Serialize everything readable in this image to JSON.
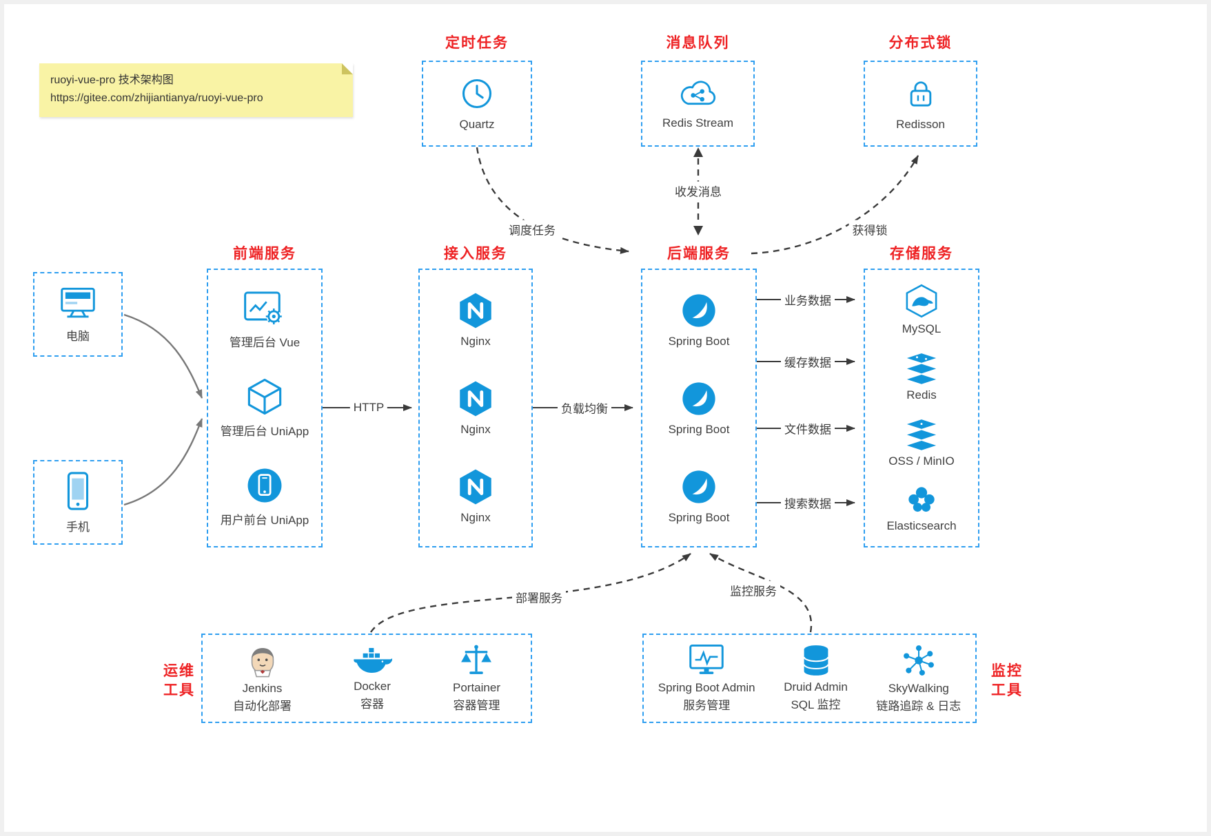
{
  "note": {
    "line1": "ruoyi-vue-pro 技术架构图",
    "line2": "https://gitee.com/zhijiantianya/ruoyi-vue-pro"
  },
  "top_boxes": [
    {
      "title": "定时任务",
      "label": "Quartz",
      "icon": "clock-icon"
    },
    {
      "title": "消息队列",
      "label": "Redis Stream",
      "icon": "cloud-nodes-icon"
    },
    {
      "title": "分布式锁",
      "label": "Redisson",
      "icon": "lock-icon"
    }
  ],
  "devices": [
    {
      "label": "电脑",
      "icon": "desktop-icon"
    },
    {
      "label": "手机",
      "icon": "phone-icon"
    }
  ],
  "columns": {
    "frontend": {
      "title": "前端服务",
      "items": [
        {
          "label": "管理后台 Vue",
          "icon": "admin-window-gear-icon"
        },
        {
          "label": "管理后台 UniApp",
          "icon": "cube-icon"
        },
        {
          "label": "用户前台 UniApp",
          "icon": "mobile-app-circle-icon"
        }
      ]
    },
    "gateway": {
      "title": "接入服务",
      "items": [
        {
          "label": "Nginx",
          "icon": "nginx-icon"
        },
        {
          "label": "Nginx",
          "icon": "nginx-icon"
        },
        {
          "label": "Nginx",
          "icon": "nginx-icon"
        }
      ]
    },
    "backend": {
      "title": "后端服务",
      "items": [
        {
          "label": "Spring Boot",
          "icon": "spring-icon"
        },
        {
          "label": "Spring Boot",
          "icon": "spring-icon"
        },
        {
          "label": "Spring Boot",
          "icon": "spring-icon"
        }
      ]
    },
    "storage": {
      "title": "存储服务",
      "items": [
        {
          "label": "MySQL",
          "icon": "mysql-icon"
        },
        {
          "label": "Redis",
          "icon": "redis-stack-icon"
        },
        {
          "label": "OSS / MinIO",
          "icon": "storage-stack-icon"
        },
        {
          "label": "Elasticsearch",
          "icon": "elasticsearch-icon"
        }
      ]
    }
  },
  "edges": {
    "http": "HTTP",
    "load_balance": "负载均衡",
    "schedule": "调度任务",
    "message": "收发消息",
    "lock": "获得锁",
    "deploy": "部署服务",
    "monitor": "监控服务",
    "storage_labels": [
      "业务数据",
      "缓存数据",
      "文件数据",
      "搜索数据"
    ]
  },
  "ops": {
    "side_label": [
      "运维",
      "工具"
    ],
    "items": [
      {
        "name": "Jenkins",
        "desc": "自动化部署",
        "icon": "jenkins-icon"
      },
      {
        "name": "Docker",
        "desc": "容器",
        "icon": "docker-icon"
      },
      {
        "name": "Portainer",
        "desc": "容器管理",
        "icon": "portainer-icon"
      }
    ]
  },
  "monitoring": {
    "side_label": [
      "监控",
      "工具"
    ],
    "items": [
      {
        "name": "Spring Boot Admin",
        "desc": "服务管理",
        "icon": "admin-monitor-icon"
      },
      {
        "name": "Druid Admin",
        "desc": "SQL 监控",
        "icon": "database-icon"
      },
      {
        "name": "SkyWalking",
        "desc": "链路追踪 & 日志",
        "icon": "network-graph-icon"
      }
    ]
  },
  "colors": {
    "accent_red": "#ee2224",
    "accent_blue": "#1296db",
    "border_blue": "#2e9ef0",
    "wire_dark": "#3a3a3a",
    "wire_gray": "#787878",
    "note_yellow": "#f9f3a5"
  }
}
